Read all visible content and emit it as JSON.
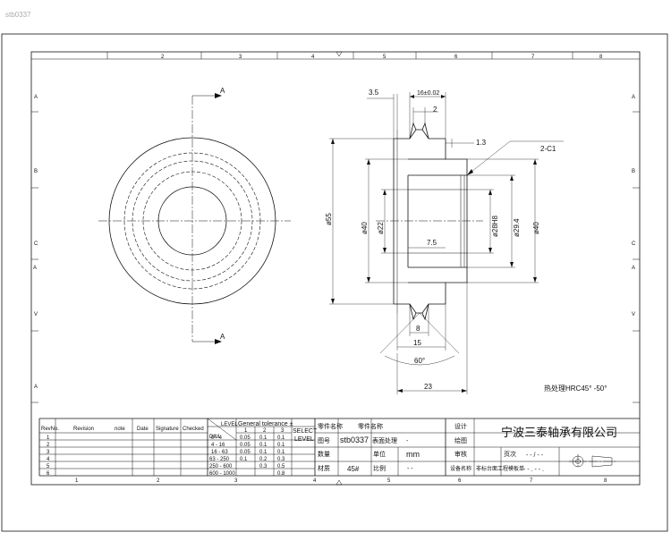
{
  "corner_label": "stb0337",
  "grid": {
    "columns": [
      "1",
      "2",
      "3",
      "4",
      "5",
      "6",
      "7",
      "8"
    ],
    "rows": [
      "A",
      "B",
      "C",
      "A",
      "V",
      "A"
    ]
  },
  "section": {
    "mark": "A",
    "dims": {
      "d35": "3.5",
      "d16": "16±0.02",
      "d2": "2",
      "d13": "1.3",
      "chamfer": "2-C1",
      "d55": "ø55",
      "d40a": "ø40",
      "d22": "ø22",
      "d75": "7.5",
      "d28": "ø28H8",
      "d294": "ø29.4",
      "d40b": "ø40",
      "d8": "8",
      "d15": "15",
      "angle": "60°",
      "d23": "23"
    },
    "note": "热处理HRC45° -50°"
  },
  "revision_table": {
    "headers": [
      "RevNo.",
      "Revision",
      "note",
      "Date",
      "Signature",
      "Checked"
    ],
    "rows": [
      "1",
      "2",
      "3",
      "4",
      "5",
      "6"
    ]
  },
  "tolerance_table": {
    "level_label": "LEVEL",
    "title": "General tolerance ±",
    "dim_label": "DIM.",
    "level_cols": [
      "1",
      "2",
      "3"
    ],
    "select_label": "SELECT",
    "level_text": "LEVEL",
    "rows": [
      {
        "range": "0 - 4",
        "v1": "0.05",
        "v2": "0.1",
        "v3": "0.1"
      },
      {
        "range": "4 - 16",
        "v1": "0.05",
        "v2": "0.1",
        "v3": "0.1"
      },
      {
        "range": "16 - 63",
        "v1": "0.05",
        "v2": "0.1",
        "v3": "0.1"
      },
      {
        "range": "63 - 250",
        "v1": "0.1",
        "v2": "0.2",
        "v3": "0.3"
      },
      {
        "range": "250 - 600",
        "v1": "",
        "v2": "0.3",
        "v3": "0.5"
      },
      {
        "range": "600 - 1000",
        "v1": "",
        "v2": "",
        "v3": "0.8"
      }
    ]
  },
  "info_table": {
    "part_name_label": "零件名称",
    "part_name_value": "零件名称",
    "drawing_no_label": "图号",
    "drawing_no_value": "stb0337",
    "surface_label": "表面处理",
    "surface_value": "-",
    "qty_label": "数量",
    "unit_label": "单位",
    "unit_value": "mm",
    "material_label": "材质",
    "material_value": "45#",
    "scale_label": "比例",
    "scale_value": "- -",
    "design_label": "设计",
    "drawing_label": "绘图",
    "review_label": "审核",
    "company": "宁波三泰轴承有限公司",
    "page_label": "页次",
    "page_value": "- - / - -",
    "equip_label": "设备名称",
    "equip_value": "非标台面工程模板单",
    "bottom_dashes": "- - . - - ."
  }
}
